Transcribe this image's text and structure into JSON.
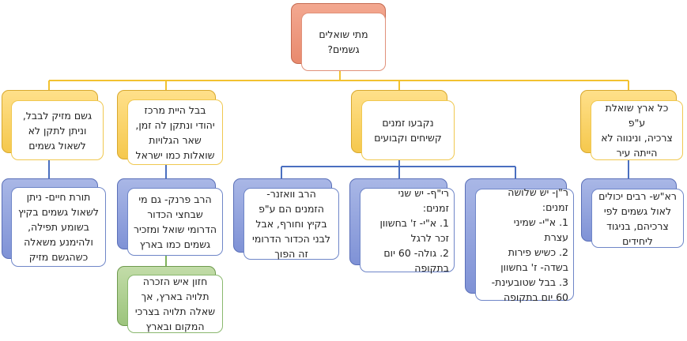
{
  "root": {
    "text": "מתי שואלים\nגשמים?"
  },
  "branches": [
    {
      "id": "eretz",
      "text": "כל ארץ שואלת ע\"פ\nצרכיה, ונינווה לא\nהייתה עיר"
    },
    {
      "id": "zmanim",
      "text": "נקבעו זמנים\nקשיחים וקבועים"
    },
    {
      "id": "bavel",
      "text": "בבל היית מרכז\nיהודי ונתקן לה זמן,\nשאר הגלויות\nשואלות כמו ישראל"
    },
    {
      "id": "mazik",
      "text": "גשם מזיק לבבל,\nוניתן לתקן לא\nלשאול גשמים"
    }
  ],
  "details": {
    "rosh": "רא\"ש- רבים יכולים\nלאול גשמים לפי\nצרכיהם, בניגוד\nליחידים",
    "ran": "ר\"ן- יש שלושה\nזמנים:\n1. א\"י- שמיני\nעצרת\n2. כשיש פירות\nבשדה- ז' בחשוון\n3. בבל שטובעינת-\n60 יום בתקופה",
    "rif": "רי\"ף- יש שני\nזמנים:\n1. א\"י- ז' בחשוון\nזכר לרגל\n2. גולה- 60 יום\nבתקופה",
    "weiser": "הרב וואזנר-\nהזמנים הם ע\"פ\nבקיץ וחורף, אבל\nלבני הכדור הדרומי\nזה הפוך",
    "frank": "הרב פרנק- גם מי\nשבחצי הכדור\nהדרומי שואל ומזכיר\nגשמים כמו בארץ",
    "chazon": "חזון איש הזכרה\nתלויה בארץ, אך\nשאלה תלויה בצרכי\nהמקום ובארץ",
    "torat": "תורת חיים- ניתן\nלשאול גשמים בקיץ\nבשומע תפילה,\nולהימנע משאלה\nכשהגשם מזיק"
  },
  "colors": {
    "yellow_line": "#f2c230",
    "blue_line": "#4a6fc0",
    "green_line": "#7fb25a"
  }
}
